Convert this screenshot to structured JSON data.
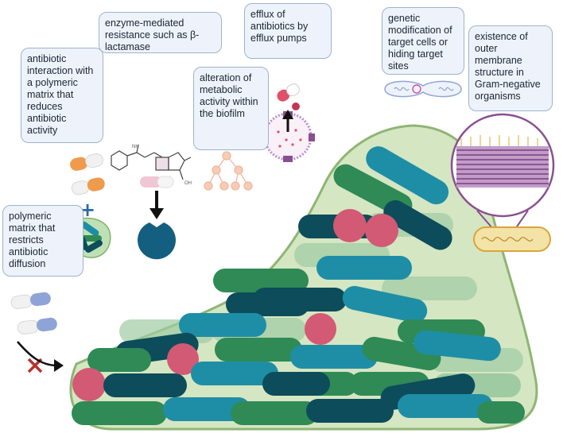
{
  "callouts": {
    "polymer_interaction": "antibiotic interaction with a polymeric matrix that reduces antibiotic activity",
    "enzyme_resistance": "enzyme-mediated resistance such as β-lactamase",
    "metabolic_alteration": "alteration of metabolic activity within the biofilm",
    "efflux": "efflux of antibiotics by efflux pumps",
    "genetic_modification": "genetic modification of target cells or hiding target sites",
    "outer_membrane": "existence of outer membrane structure in Gram-negative organisms",
    "matrix_diffusion": "polymeric matrix that restricts antibiotic diffusion"
  },
  "colors": {
    "matrix_fill": "#d5e6c2",
    "matrix_stroke": "#8fb574",
    "teal": "#1e8ea6",
    "dark_teal": "#0d4c5a",
    "green": "#2f8a56",
    "light_green": "#86bf8e",
    "pink": "#d25a74",
    "pill_orange": "#ef9a4c",
    "pill_blue": "#8fa4d6",
    "callout_bg": "#eef3fb",
    "membrane_purple": "#8a4f90"
  },
  "icons": {
    "plus": "plus-icon",
    "blocked": "cross-mark-icon",
    "down_arrow": "down-arrow-icon",
    "up_arrow": "up-arrow-icon"
  }
}
